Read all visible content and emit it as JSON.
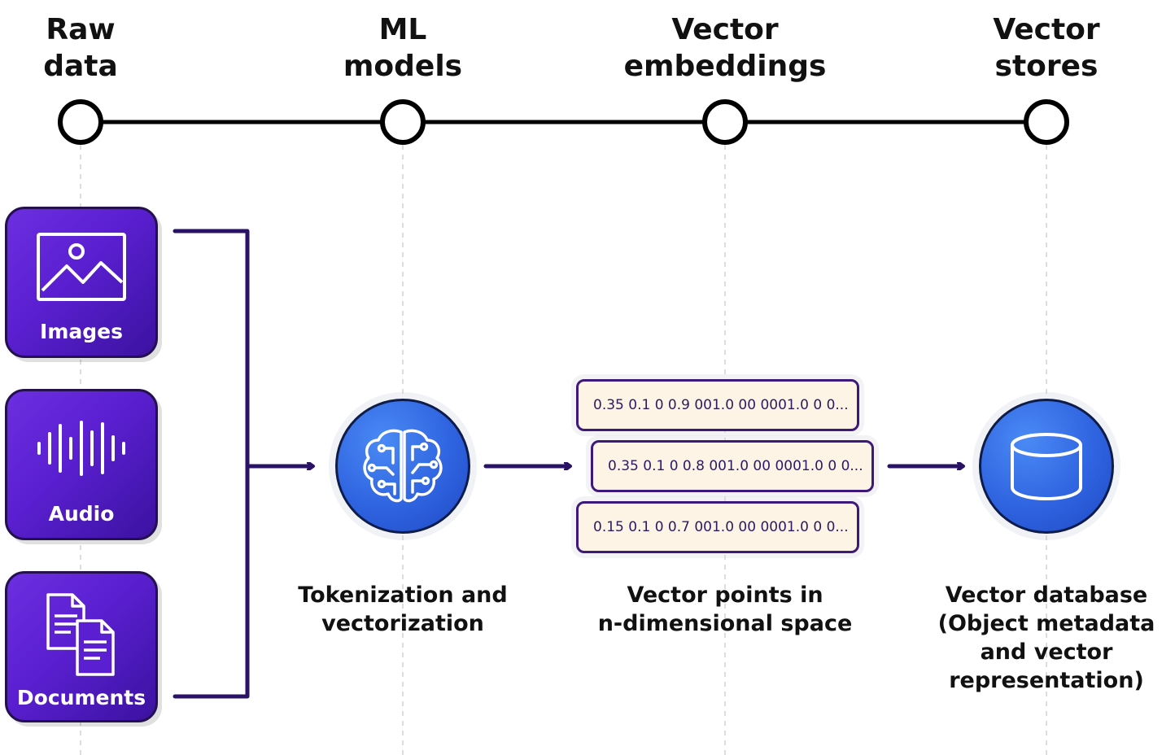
{
  "stages": [
    {
      "label": "Raw\ndata"
    },
    {
      "label": "ML\nmodels"
    },
    {
      "label": "Vector\nembeddings"
    },
    {
      "label": "Vector\nstores"
    }
  ],
  "inputs": [
    {
      "label": "Images",
      "icon": "image-icon"
    },
    {
      "label": "Audio",
      "icon": "audio-waveform-icon"
    },
    {
      "label": "Documents",
      "icon": "documents-icon"
    }
  ],
  "model": {
    "icon": "brain-circuit-icon",
    "caption": "Tokenization and\nvectorization"
  },
  "embeddings": {
    "vectors": [
      "0.35 0.1 0 0.9 001.0 00 0001.0 0 0...",
      "0.35 0.1 0 0.8 001.0 00 0001.0 0 0...",
      "0.15 0.1 0 0.7 001.0 00 0001.0 0 0..."
    ],
    "caption": "Vector points in\nn-dimensional space"
  },
  "store": {
    "icon": "database-icon",
    "caption": "Vector database\n(Object metadata\nand vector\nrepresentation)"
  },
  "colors": {
    "card_purple": "#5a1fd0",
    "connector": "#2a1366",
    "node_blue": "#2f63e0",
    "vector_fill": "#fdf4e6"
  }
}
